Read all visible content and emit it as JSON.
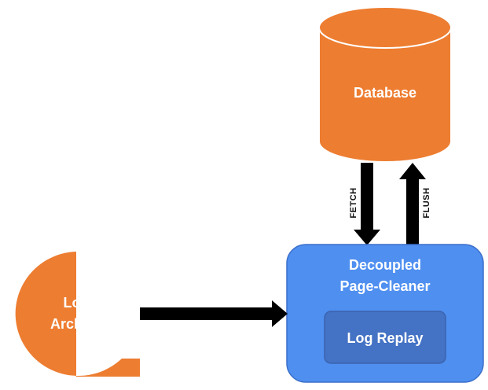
{
  "nodes": {
    "database": {
      "label": "Database"
    },
    "page_cleaner": {
      "label_line1": "Decoupled",
      "label_line2": "Page-Cleaner"
    },
    "log_replay": {
      "label": "Log Replay"
    },
    "log_archive": {
      "label_line1": "Log",
      "label_line2": "Archive"
    }
  },
  "edges": {
    "fetch": {
      "label": "FETCH"
    },
    "flush": {
      "label": "FLUSH"
    }
  },
  "colors": {
    "orange": "#ED7D31",
    "blue": "#4F8FF0",
    "blue_dark": "#3B6FC9",
    "inner_box": "#4472C4",
    "arrow": "#000000"
  }
}
